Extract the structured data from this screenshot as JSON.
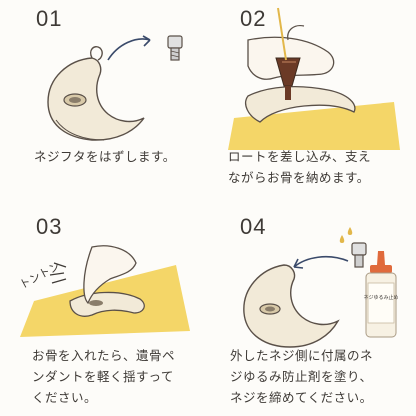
{
  "steps": [
    {
      "number": "01",
      "caption": "ネジフタをはずします。"
    },
    {
      "number": "02",
      "caption": "ロートを差し込み、支え\nながらお骨を納めます。"
    },
    {
      "number": "03",
      "caption": "お骨を入れたら、遺骨ペ\nンダントを軽く揺すって\nください。",
      "sound": "トントン"
    },
    {
      "number": "04",
      "caption": "外したネジ側に付属のネ\nジゆるみ防止剤を塗り、\nネジを締めてください。",
      "bottle_label": "ネジゆるみ止め"
    }
  ],
  "colors": {
    "pendant": "#f2ead8",
    "outline": "#5a5048",
    "cloth": "#f4d668",
    "funnel": "#6b3a26",
    "bottle": "#e06a3c"
  }
}
